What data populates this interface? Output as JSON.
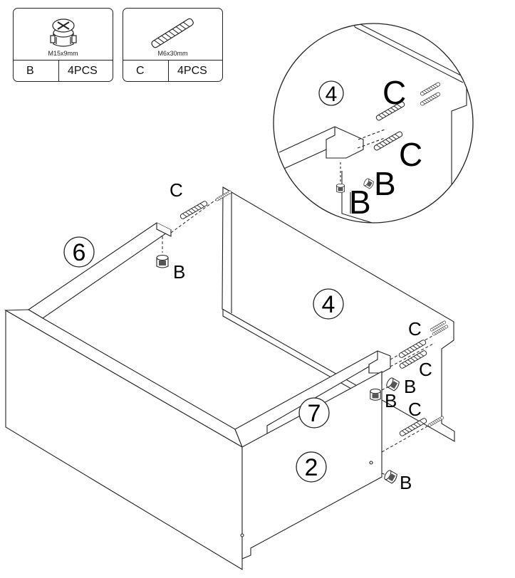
{
  "hardware": [
    {
      "letter": "B",
      "size": "M15x9mm",
      "qty": "4PCS",
      "icon": "cam-lock-nut-icon"
    },
    {
      "letter": "C",
      "size": "M6x30mm",
      "qty": "4PCS",
      "icon": "wooden-dowel-icon"
    }
  ],
  "detail": {
    "panel_number": "4",
    "labels": {
      "dowel_top": "C",
      "dowel_bottom": "C",
      "cam_right": "B",
      "cam_lower": "B"
    }
  },
  "main": {
    "panels": {
      "left_rail": "6",
      "back": "4",
      "front_rail": "7",
      "front": "2"
    },
    "labels": {
      "c_left": "C",
      "b_left": "B",
      "c1": "C",
      "c2": "C",
      "c3": "C",
      "b1": "B",
      "b2": "B",
      "b3": "B"
    }
  }
}
